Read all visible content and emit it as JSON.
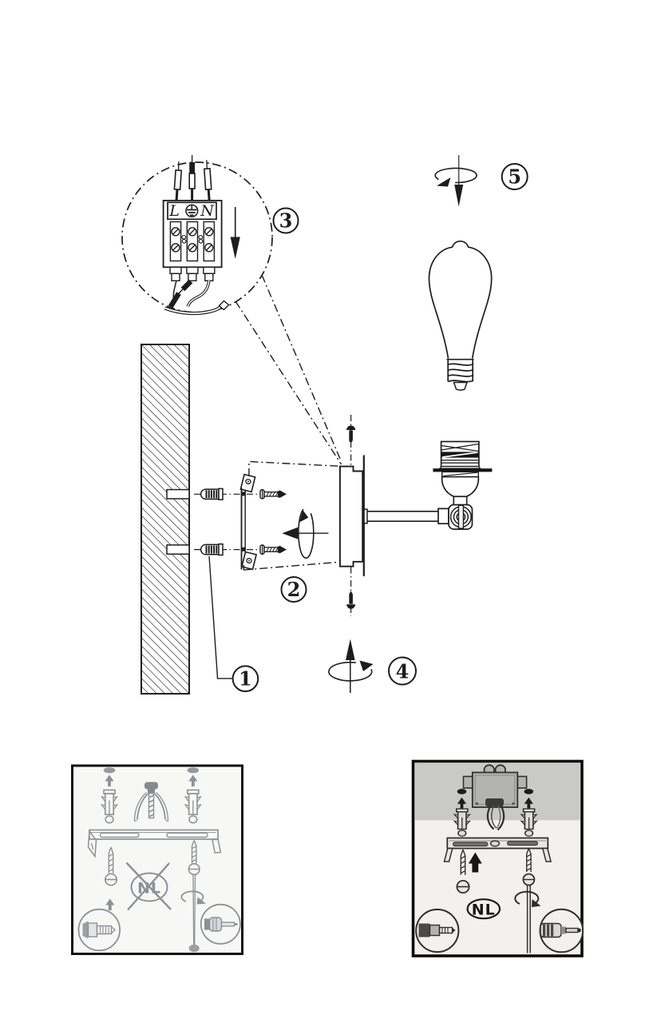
{
  "page": {
    "background": "#ffffff",
    "ink_color": "#1d1d1d",
    "inset_line_color_left": "#8d9196",
    "inset_line_color_right": "#2f2f2d",
    "figure_type": "wall-lamp installation diagram"
  },
  "callouts": {
    "step1": {
      "label": "1"
    },
    "step2": {
      "label": "2"
    },
    "step3": {
      "label": "3"
    },
    "step4": {
      "label": "4"
    },
    "step5": {
      "label": "5"
    }
  },
  "terminal_block": {
    "live_label": "L",
    "neutral_label": "N",
    "earth_symbol": "earth-ground-icon"
  },
  "insets": {
    "left": {
      "country_code": "NL",
      "crossed_out": true
    },
    "right": {
      "country_code": "NL",
      "crossed_out": false
    }
  }
}
